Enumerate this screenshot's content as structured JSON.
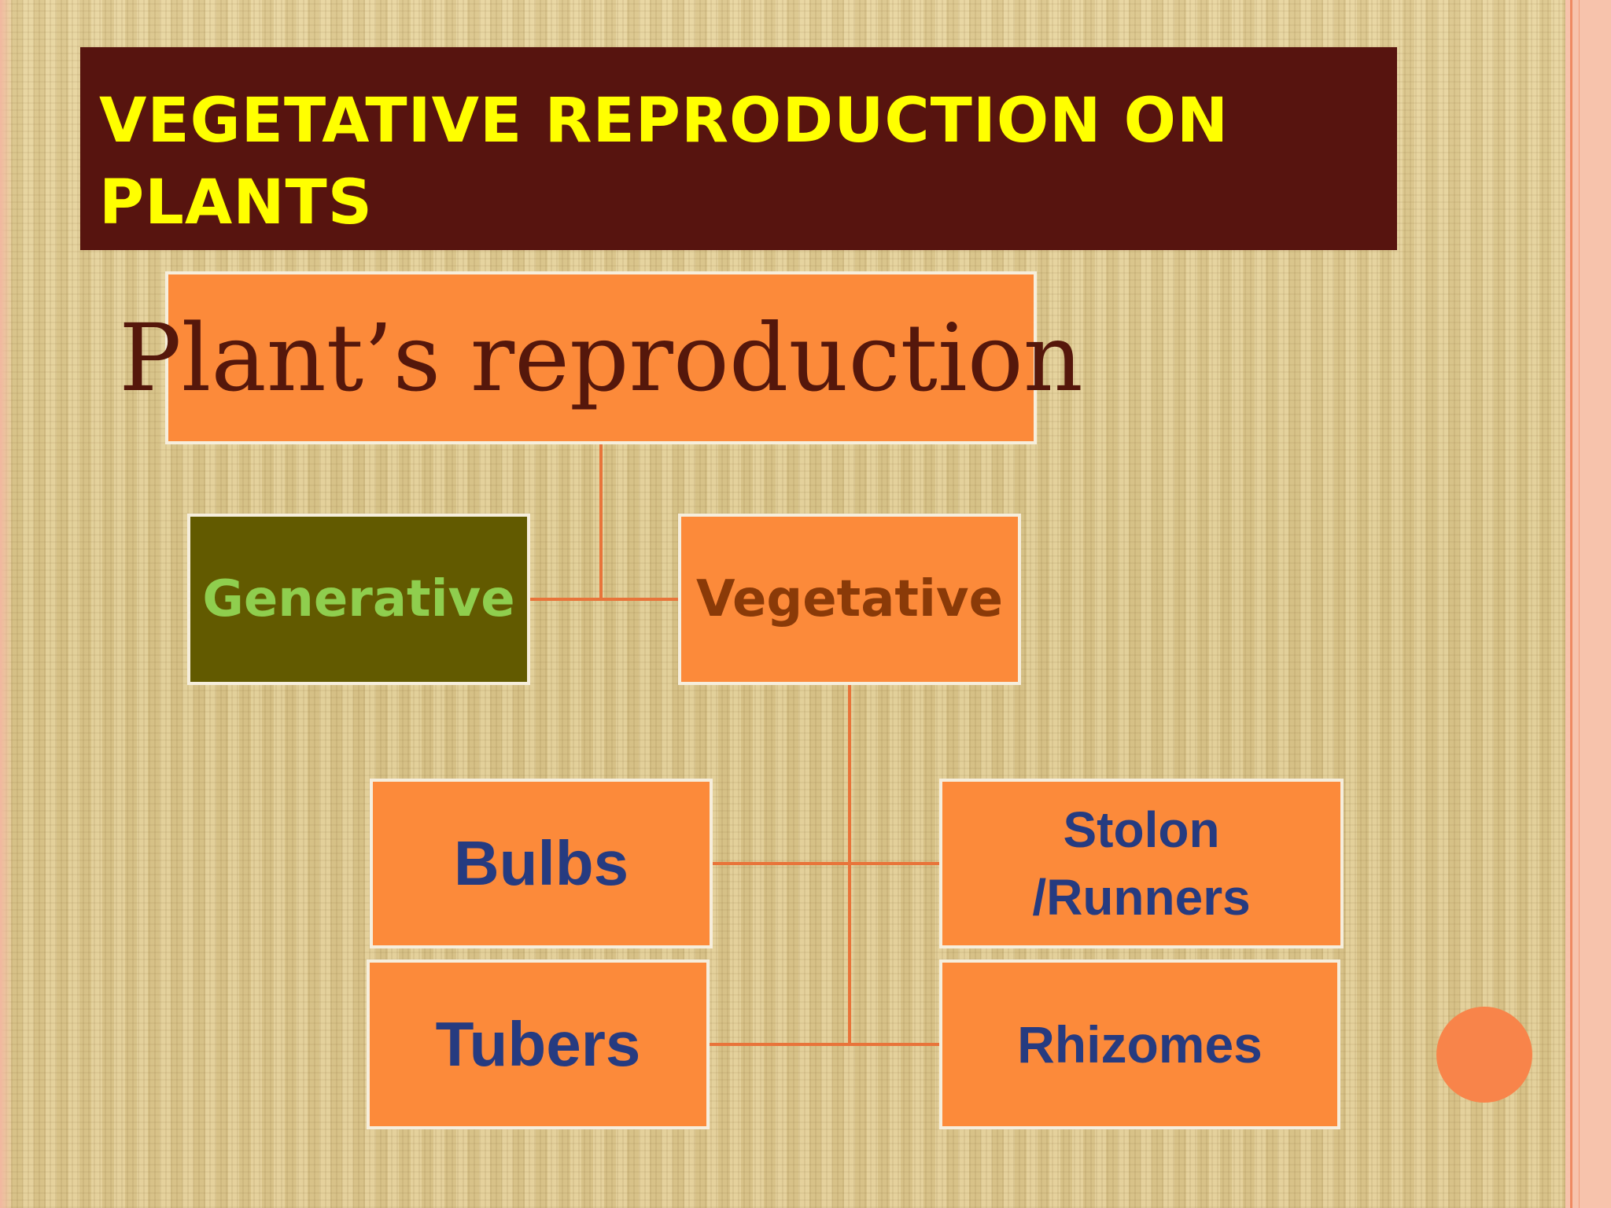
{
  "slide": {
    "title": "VEGETATIVE REPRODUCTION ON PLANTS"
  },
  "diagram": {
    "root": "Plant’s reproduction",
    "generative": "Generative",
    "vegetative": "Vegetative",
    "types": {
      "bulbs": "Bulbs",
      "stolon_line1": "Stolon",
      "stolon_line2": "/Runners",
      "tubers": "Tubers",
      "rhizomes": "Rhizomes"
    }
  },
  "colors": {
    "title_bar": "#57140f",
    "title_text": "#ffff00",
    "node_orange": "#fc8a3a",
    "node_olive": "#625a00",
    "connector": "#e8743a",
    "leaf_text": "#263b80"
  }
}
